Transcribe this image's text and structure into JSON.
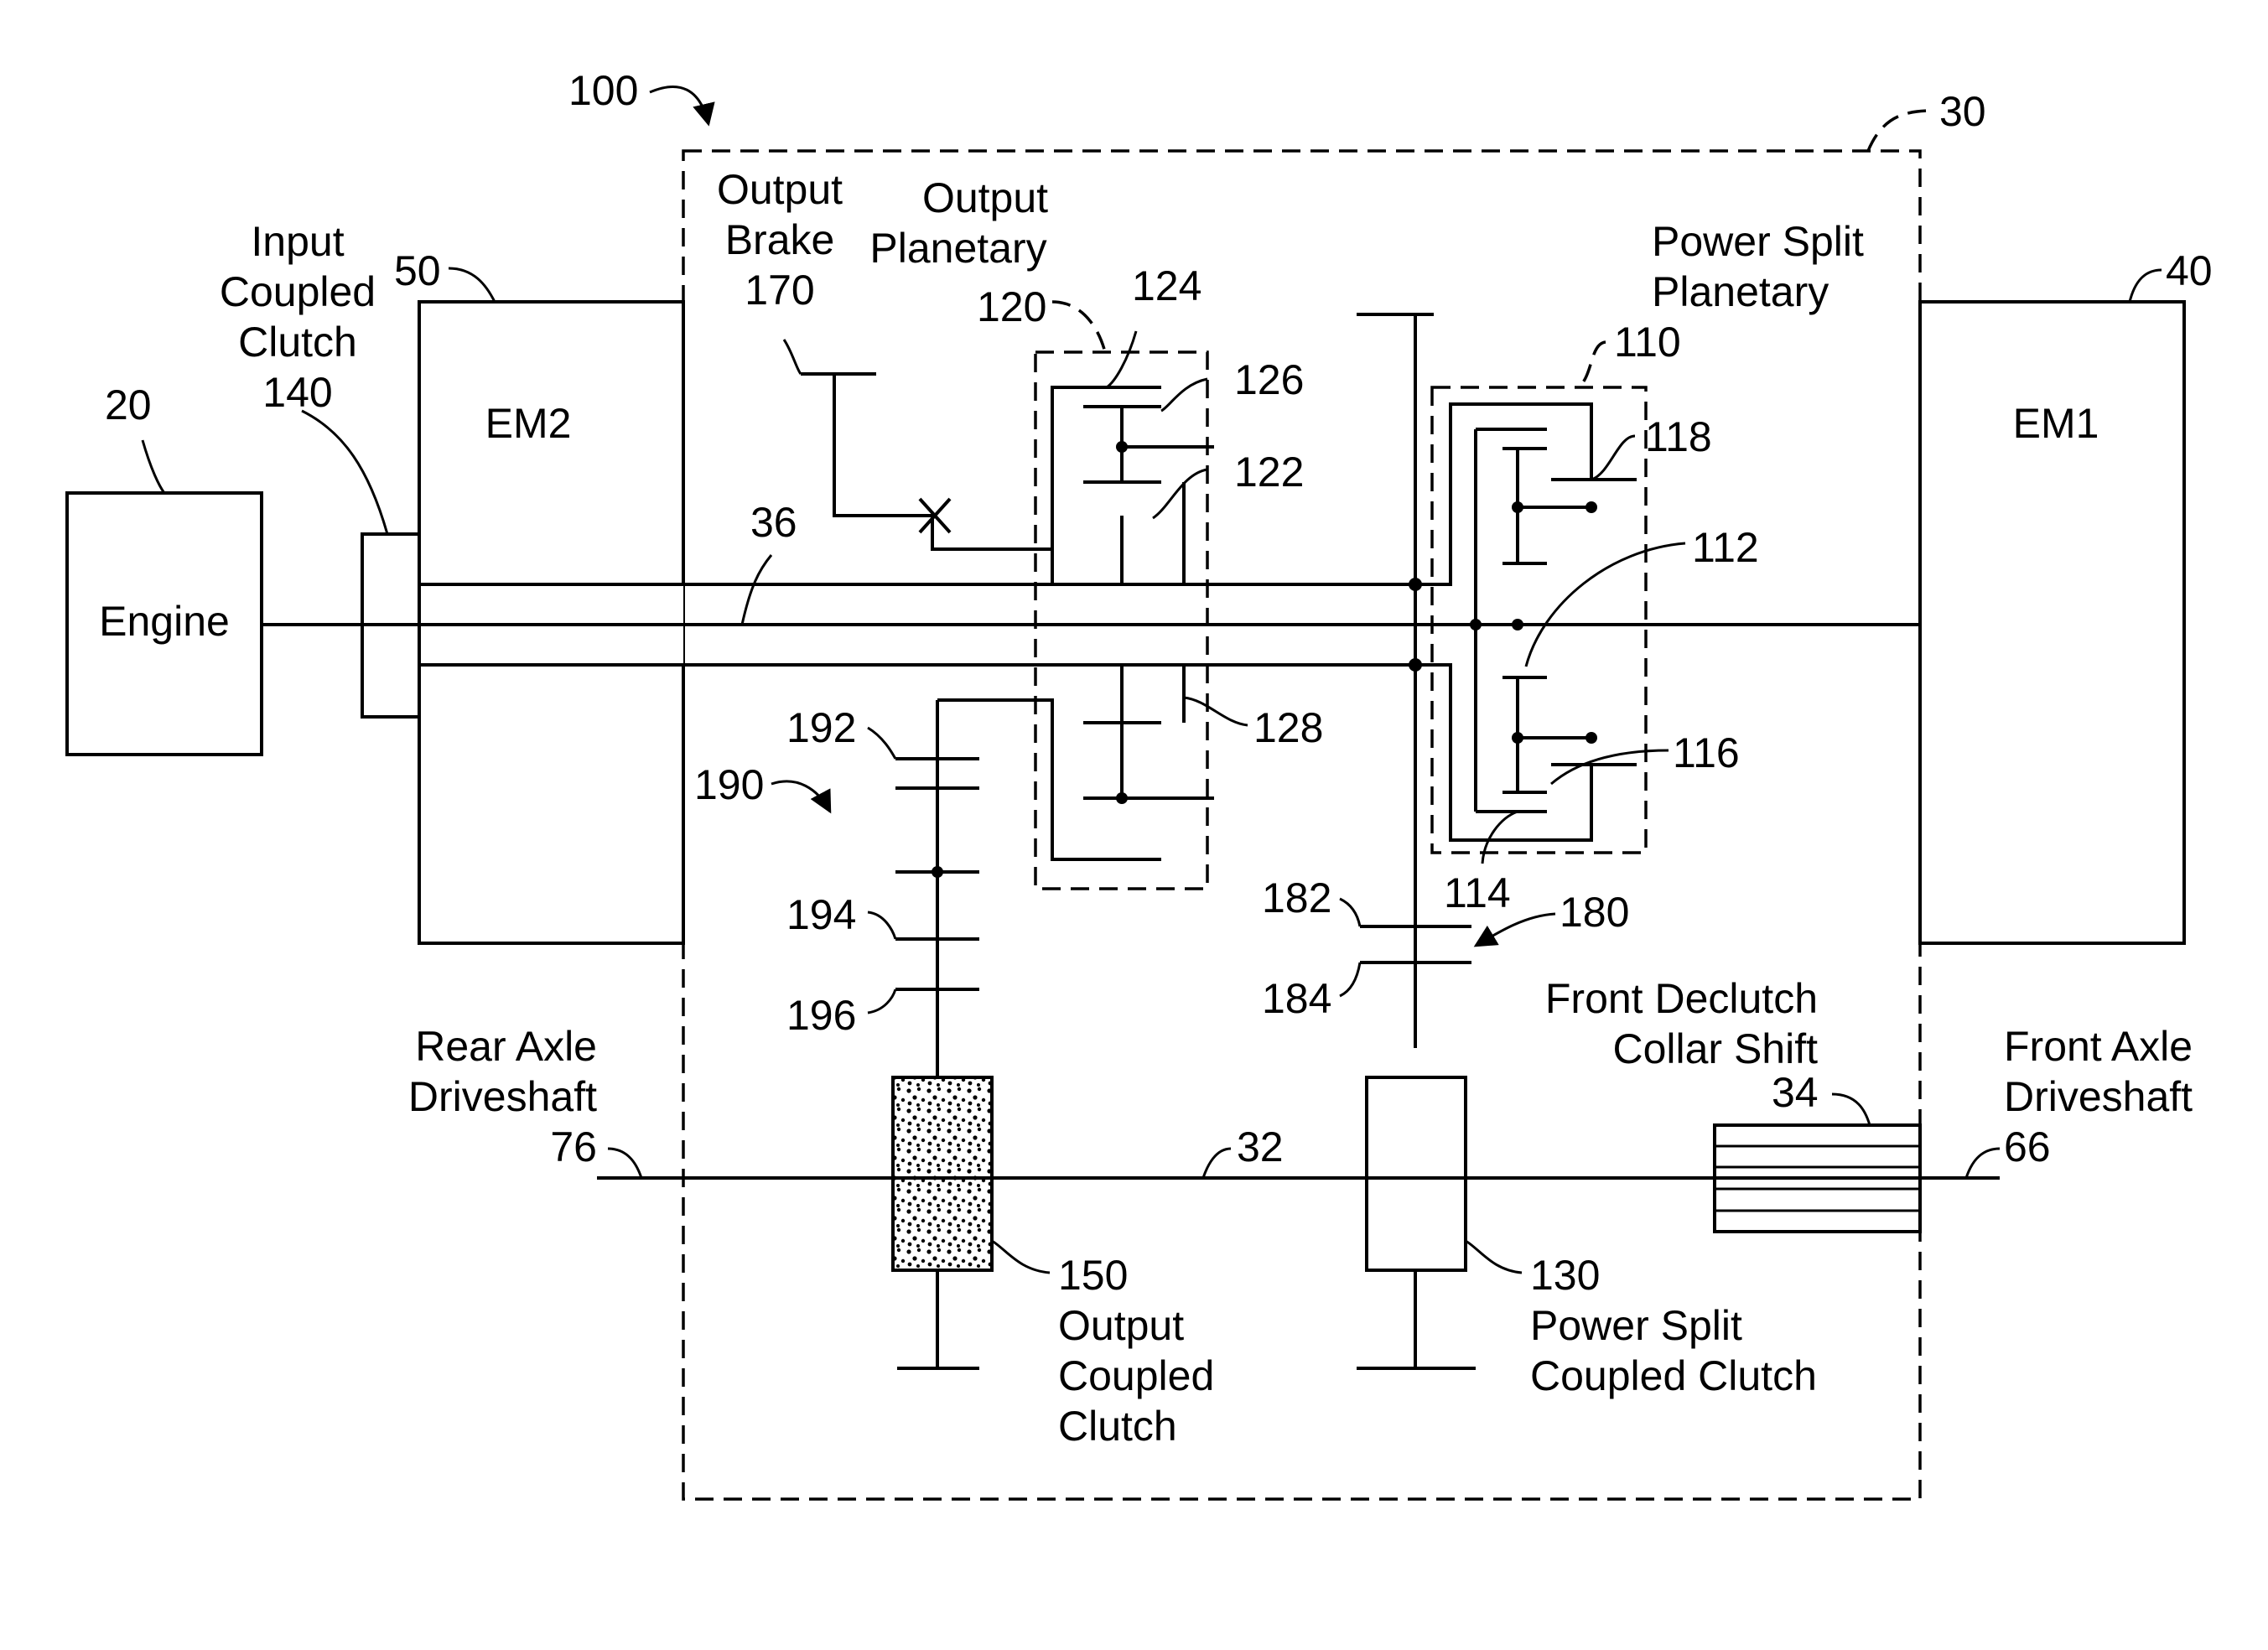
{
  "labels": {
    "ref_100": "100",
    "ref_30": "30",
    "ref_20": "20",
    "ref_50": "50",
    "ref_40": "40",
    "input_clutch_l1": "Input",
    "input_clutch_l2": "Coupled",
    "input_clutch_l3": "Clutch",
    "input_clutch_ref": "140",
    "engine": "Engine",
    "em2": "EM2",
    "em1": "EM1",
    "output_brake_l1": "Output",
    "output_brake_l2": "Brake",
    "output_brake_ref": "170",
    "output_planetary_l1": "Output",
    "output_planetary_l2": "Planetary",
    "output_planetary_ref": "120",
    "ref_124": "124",
    "ref_126": "126",
    "ref_122": "122",
    "ref_36": "36",
    "ref_128": "128",
    "power_split_planetary_l1": "Power Split",
    "power_split_planetary_l2": "Planetary",
    "power_split_planetary_ref": "110",
    "ref_118": "118",
    "ref_112": "112",
    "ref_116": "116",
    "ref_114": "114",
    "ref_192": "192",
    "ref_190": "190",
    "ref_194": "194",
    "ref_196": "196",
    "ref_182": "182",
    "ref_180": "180",
    "ref_184": "184",
    "front_declutch_l1": "Front Declutch",
    "front_declutch_l2": "Collar Shift",
    "front_declutch_ref": "34",
    "rear_axle_l1": "Rear Axle",
    "rear_axle_l2": "Driveshaft",
    "rear_axle_ref": "76",
    "front_axle_l1": "Front Axle",
    "front_axle_l2": "Driveshaft",
    "front_axle_ref": "66",
    "ref_32": "32",
    "output_coupled_ref": "150",
    "output_coupled_l1": "Output",
    "output_coupled_l2": "Coupled",
    "output_coupled_l3": "Clutch",
    "power_split_coupled_ref": "130",
    "power_split_coupled_l1": "Power Split",
    "power_split_coupled_l2": "Coupled Clutch"
  }
}
